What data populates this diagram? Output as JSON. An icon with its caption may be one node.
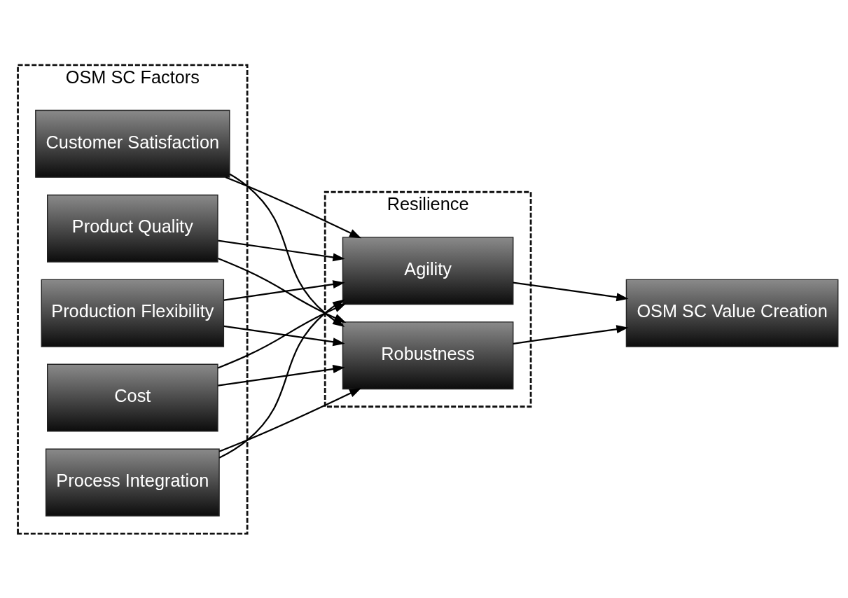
{
  "diagram": {
    "nodes": [
      {
        "text": [
          "OSM SC Factors"
        ]
      },
      {
        "text": [
          "Process Integration"
        ],
        "in": 0
      },
      {
        "text": [
          "Customer Satisfaction"
        ],
        "in": 0
      },
      {
        "text": [
          "Product Quality"
        ],
        "in": 0
      },
      {
        "text": [
          "Production Flexibility"
        ],
        "in": 0
      },
      {
        "text": [
          "Cost"
        ],
        "in": 0
      },
      {
        "text": [
          "Resilience"
        ]
      },
      {
        "text": [
          "Agility"
        ],
        "in": 6
      },
      {
        "text": [
          "Robustness"
        ],
        "in": 6
      },
      {
        "text": [
          "OSM SC Value Creation"
        ]
      }
    ],
    "edges": [
      {
        "from": 1,
        "to": 7,
        "arrow": "to"
      },
      {
        "from": 1,
        "to": 8,
        "arrow": "to"
      },
      {
        "from": 2,
        "to": 7,
        "arrow": "to"
      },
      {
        "from": 2,
        "to": 8,
        "arrow": "to"
      },
      {
        "from": 3,
        "to": 7,
        "arrow": "to"
      },
      {
        "from": 3,
        "to": 8,
        "arrow": "to"
      },
      {
        "from": 4,
        "to": 7,
        "arrow": "to"
      },
      {
        "from": 4,
        "to": 8,
        "arrow": "to"
      },
      {
        "from": 5,
        "to": 7,
        "arrow": "to"
      },
      {
        "from": 5,
        "to": 8,
        "arrow": "to"
      },
      {
        "from": 7,
        "to": 9,
        "arrow": "to"
      },
      {
        "from": 8,
        "to": 9,
        "arrow": "to"
      }
    ]
  }
}
